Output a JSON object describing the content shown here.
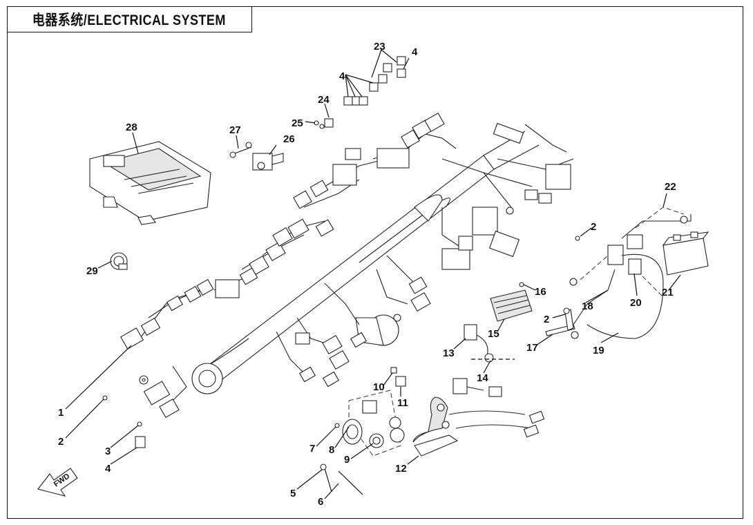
{
  "title": "电器系统/ELECTRICAL SYSTEM",
  "fwd_label": "FWD",
  "callouts": [
    "1",
    "2",
    "3",
    "4",
    "5",
    "6",
    "7",
    "8",
    "9",
    "10",
    "11",
    "12",
    "13",
    "14",
    "15",
    "16",
    "17",
    "18",
    "19",
    "20",
    "21",
    "22",
    "23",
    "24",
    "25",
    "26",
    "27",
    "28",
    "29"
  ],
  "extra_callouts": {
    "c2b": "2",
    "c2c": "2",
    "c4b": "4",
    "c4c": "4"
  }
}
